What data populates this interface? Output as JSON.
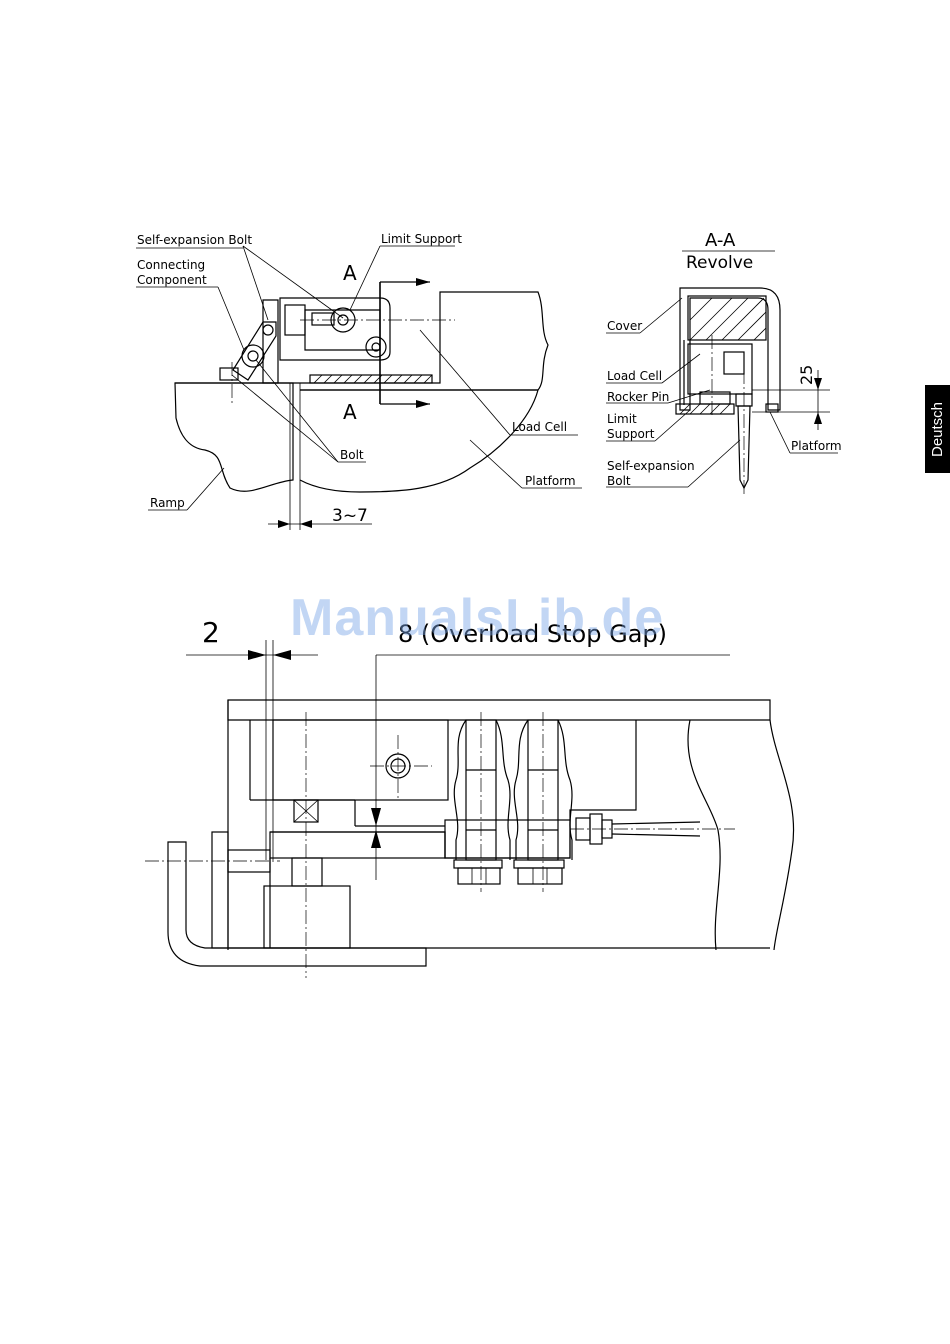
{
  "colors": {
    "line": "#000000",
    "tab_bg": "#000000",
    "tab_text": "#ffffff",
    "watermark": "#78a5e6"
  },
  "side_tab": {
    "label": "Deutsch"
  },
  "watermark": {
    "text": "ManualsLib.de"
  },
  "figure_top_left": {
    "labels": {
      "self_expansion_bolt": "Self-expansion Bolt",
      "connecting_component_1": "Connecting",
      "connecting_component_2": "Component",
      "limit_support": "Limit Support",
      "section_top": "A",
      "section_bottom": "A",
      "load_cell": "Load Cell",
      "bolt": "Bolt",
      "platform": "Platform",
      "ramp": "Ramp",
      "gap_dimension": "3~7"
    }
  },
  "figure_top_right": {
    "labels": {
      "section_title": "A-A",
      "revolve": "Revolve",
      "cover": "Cover",
      "load_cell": "Load Cell",
      "rocker_pin": "Rocker Pin",
      "limit_support_1": "Limit",
      "limit_support_2": "Support",
      "self_expansion_bolt_1": "Self-expansion",
      "self_expansion_bolt_2": "Bolt",
      "platform": "Platform",
      "height_dimension": "25"
    }
  },
  "figure_bottom": {
    "labels": {
      "gap_dimension": "2",
      "overload_gap": "8 (Overload Stop Gap)"
    }
  }
}
